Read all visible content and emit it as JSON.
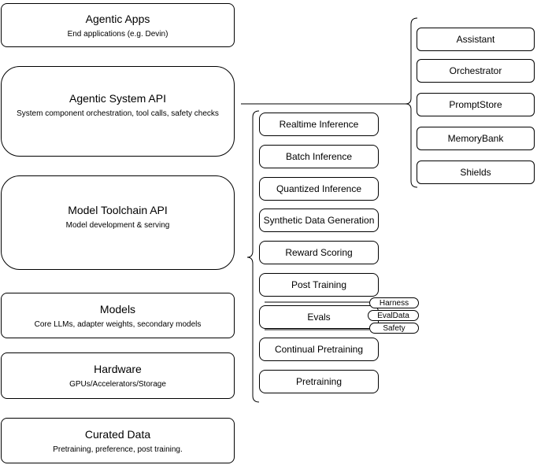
{
  "colors": {
    "stroke": "#000000",
    "background": "#ffffff",
    "text": "#000000"
  },
  "left_stack": {
    "boxes": [
      {
        "title": "Agentic Apps",
        "subtitle": "End applications (e.g. Devin)"
      },
      {
        "title": "Agentic System API",
        "subtitle": "System component orchestration, tool calls, safety checks"
      },
      {
        "title": "Model Toolchain API",
        "subtitle": "Model development & serving"
      },
      {
        "title": "Models",
        "subtitle": "Core LLMs, adapter weights, secondary models"
      },
      {
        "title": "Hardware",
        "subtitle": "GPUs/Accelerators/Storage"
      },
      {
        "title": "Curated Data",
        "subtitle": "Pretraining, preference, post training."
      }
    ]
  },
  "toolchain_group": {
    "items": [
      {
        "label": "Realtime Inference"
      },
      {
        "label": "Batch Inference"
      },
      {
        "label": "Quantized Inference"
      },
      {
        "label": "Synthetic Data Generation"
      },
      {
        "label": "Reward Scoring"
      },
      {
        "label": "Post Training"
      },
      {
        "label": "Evals"
      },
      {
        "label": "Continual Pretraining"
      },
      {
        "label": "Pretraining"
      }
    ],
    "evals_tags": [
      {
        "label": "Harness"
      },
      {
        "label": "EvalData"
      },
      {
        "label": "Safety"
      }
    ]
  },
  "system_group": {
    "items": [
      {
        "label": "Assistant"
      },
      {
        "label": "Orchestrator"
      },
      {
        "label": "PromptStore"
      },
      {
        "label": "MemoryBank"
      },
      {
        "label": "Shields"
      }
    ]
  }
}
